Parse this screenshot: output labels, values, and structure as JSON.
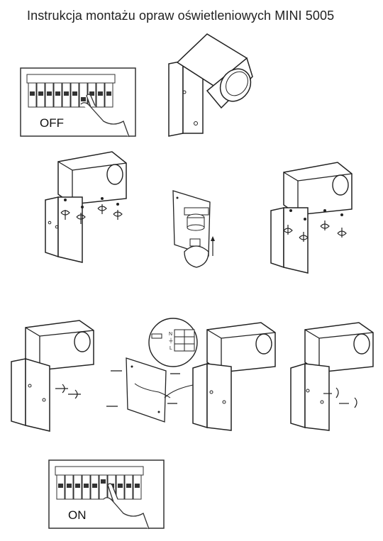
{
  "title": "Instrukcja montażu opraw oświetleniowych MINI 5005",
  "panels": {
    "off_label": "OFF",
    "on_label": "ON"
  },
  "wiring": {
    "terminal_n": "N",
    "terminal_ground": "⏚",
    "terminal_l": "L"
  }
}
